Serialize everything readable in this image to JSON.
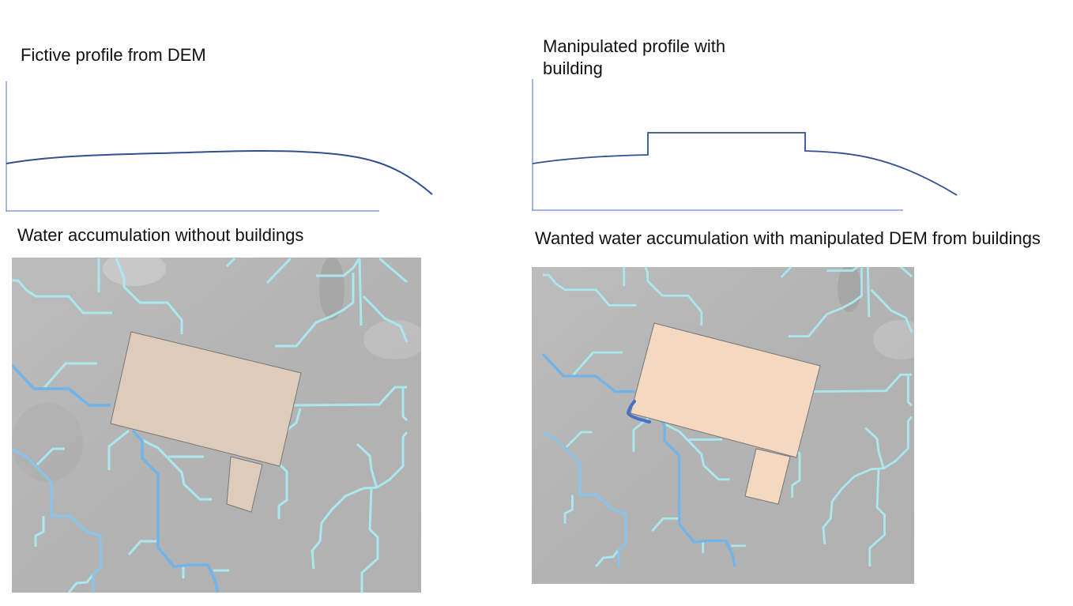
{
  "labels": {
    "profile_dem": "Fictive profile from DEM",
    "profile_manipulated": "Manipulated profile with building",
    "map_without": "Water accumulation without buildings",
    "map_wanted": "Wanted water accumulation with manipulated DEM from buildings"
  },
  "colors": {
    "profile_line": "#2f4f93",
    "axis": "#4472c4",
    "raster_gray": "#b4b4b4",
    "stream_minor": "#a8e8ee",
    "stream_major": "#6fb4ea",
    "building_original": "#dfcbb9",
    "building_manipulated": "#f5d8c0",
    "diverted_flow": "#4472c4"
  }
}
